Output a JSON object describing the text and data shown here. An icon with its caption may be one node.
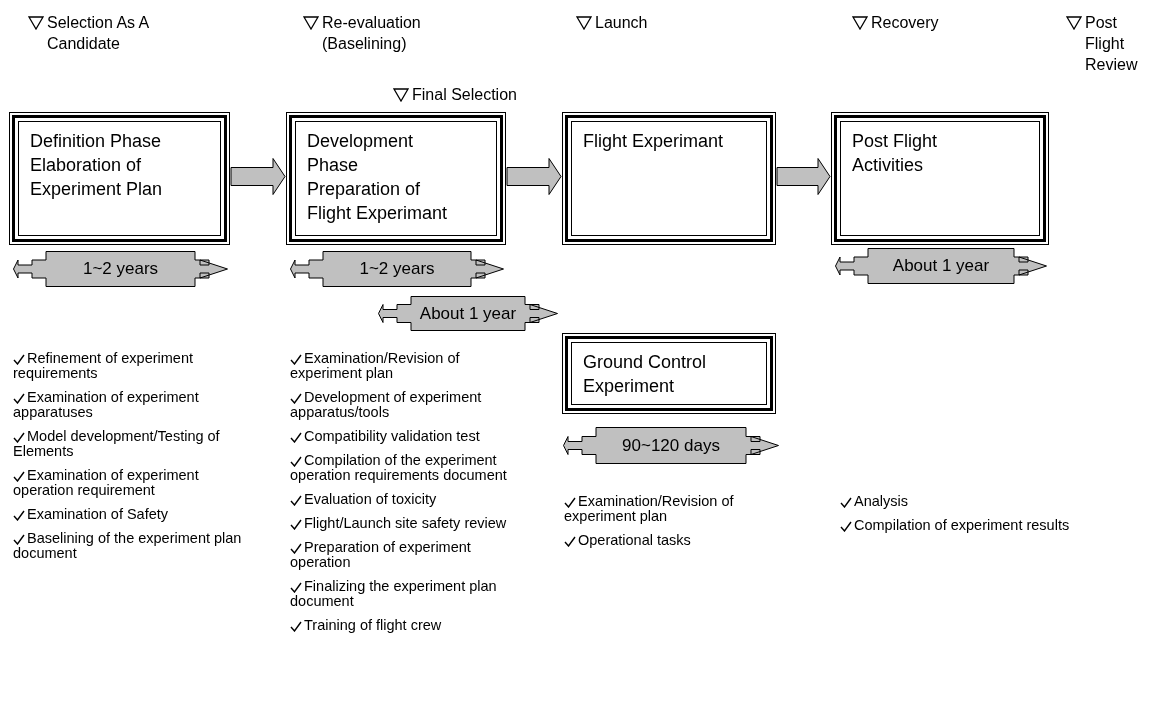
{
  "diagram": {
    "nodes": [
      {
        "text": [
          "Definition Phase",
          "Elaboration of Experiment Plan"
        ]
      },
      {
        "text": [
          "Development Phase",
          "Preparation of Flight Experimant"
        ]
      },
      {
        "text": [
          "Flight Experimant"
        ]
      },
      {
        "text": [
          "Post Flight Activities"
        ]
      },
      {
        "text": [
          "1~2 years"
        ]
      },
      {
        "text": [
          "1~2 years"
        ]
      },
      {
        "text": [
          "About 1 year"
        ]
      },
      {
        "text": [
          "About 1 year"
        ]
      },
      {
        "text": [
          "Ground Control Experiment"
        ]
      },
      {
        "text": [
          "90~120 days"
        ]
      }
    ],
    "edges": [
      {
        "from": 0,
        "to": 1,
        "arrow": "to"
      },
      {
        "from": 1,
        "to": 2,
        "arrow": "to"
      },
      {
        "from": 2,
        "to": 3,
        "arrow": "to"
      }
    ],
    "labels": [
      "Selection As A Candidate",
      "Re-evaluation (Baselining)",
      "Launch",
      "Recovery",
      "Post Flight Review",
      "Final Selection",
      "Refinement of experiment requirements",
      "Examination of experiment apparatuses",
      "Model development/Testing of Elements",
      "Examination of experiment operation requirement",
      "Examination of Safety",
      "Baselining of the experiment plan document",
      "Examination/Revision of experiment plan",
      "Development of experiment apparatus/tools",
      "Compatibility validation test",
      "Compilation of the experiment operation requirements document",
      "Evaluation of toxicity",
      "Flight/Launch site safety review",
      "Preparation of experiment operation",
      "Finalizing the experiment plan document",
      "Training of flight crew",
      "Examination/Revision of experiment plan",
      "Operational tasks",
      "Analysis",
      "Compilation of experiment results"
    ]
  }
}
